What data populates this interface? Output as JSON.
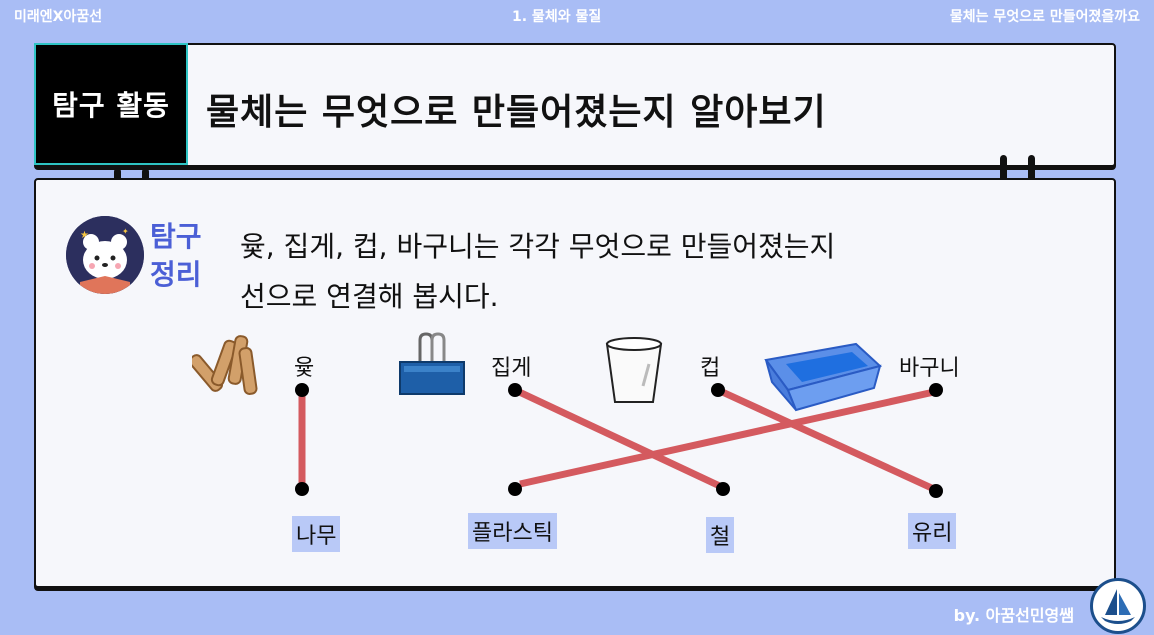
{
  "header": {
    "left": "미래엔X아꿈선",
    "center": "1. 물체와 물질",
    "right": "물체는 무엇으로 만들어졌을까요"
  },
  "title": {
    "tag": "탐구 활동",
    "text": "물체는 무엇으로 만들어졌는지 알아보기"
  },
  "summary": {
    "label_line1": "탐구",
    "label_line2": "정리",
    "question_line1": "윷, 집게, 컵, 바구니는 각각 무엇으로 만들어졌는지",
    "question_line2": "선으로 연결해 봅시다."
  },
  "objects": [
    "윷",
    "집게",
    "컵",
    "바구니"
  ],
  "materials": [
    "나무",
    "플라스틱",
    "철",
    "유리"
  ],
  "footer": {
    "credit": "by. 아꿈선민영쌤"
  },
  "colors": {
    "background": "#a9bdf5",
    "line": "#d45a5f",
    "accent": "#4b5fd6"
  }
}
